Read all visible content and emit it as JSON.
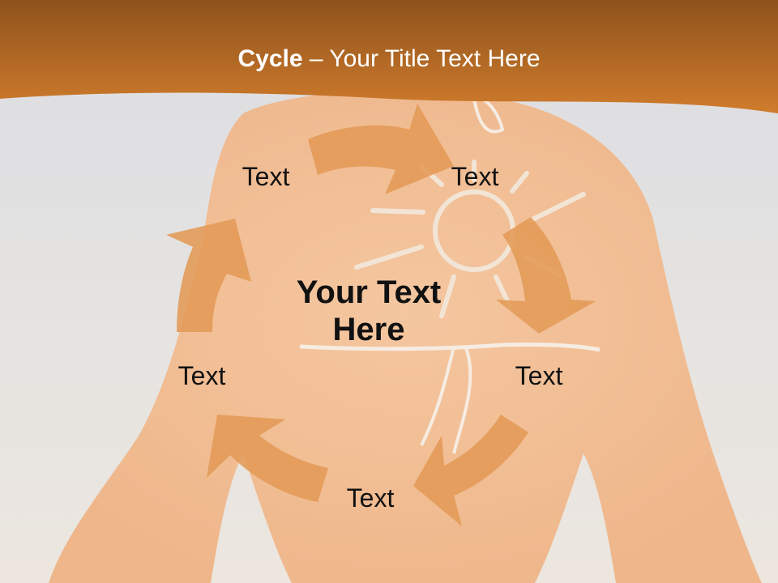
{
  "slide": {
    "title_bold": "Cycle",
    "title_rest": " – Your Title Text Here",
    "center_line1": "Your Text",
    "center_line2": "Here",
    "labels": [
      "Text",
      "Text",
      "Text",
      "Text",
      "Text"
    ]
  },
  "colors": {
    "banner": "#c87526",
    "arrow": "#e7a362",
    "background": "#e9e6e3",
    "figure": "#f2b98a"
  },
  "icons": [
    "cycle-arrow-icon"
  ]
}
